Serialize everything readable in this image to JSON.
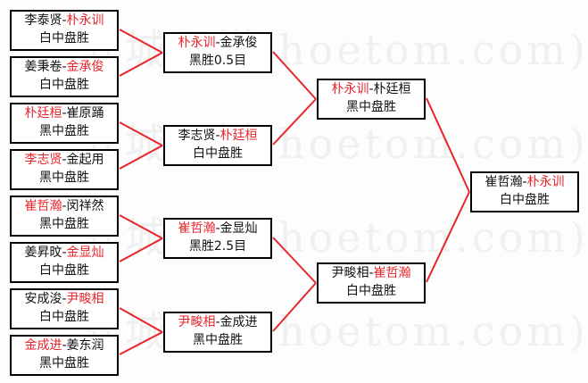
{
  "watermark": "弈城围棋(hoetom.com)",
  "separator": "-",
  "colors": {
    "winner": "#e8242b",
    "line": "#e8242b",
    "text": "#111111"
  },
  "rounds": [
    [
      {
        "p1": "李泰贤",
        "p2": "朴永训",
        "winner": 2,
        "result": "白中盘胜"
      },
      {
        "p1": "姜秉卷",
        "p2": "金承俊",
        "winner": 2,
        "result": "白中盘胜"
      },
      {
        "p1": "朴廷桓",
        "p2": "崔原踊",
        "winner": 1,
        "result": "黑中盘胜"
      },
      {
        "p1": "李志贤",
        "p2": "金起用",
        "winner": 1,
        "result": "黑中盘胜"
      },
      {
        "p1": "崔哲瀚",
        "p2": "闵祥然",
        "winner": 1,
        "result": "黑中盘胜"
      },
      {
        "p1": "姜昇旼",
        "p2": "金显灿",
        "winner": 2,
        "result": "白中盘胜"
      },
      {
        "p1": "安成浚",
        "p2": "尹畯相",
        "winner": 2,
        "result": "白中盘胜"
      },
      {
        "p1": "金成进",
        "p2": "姜东润",
        "winner": 1,
        "result": "黑中盘胜"
      }
    ],
    [
      {
        "p1": "朴永训",
        "p2": "金承俊",
        "winner": 1,
        "result": "黑胜0.5目"
      },
      {
        "p1": "李志贤",
        "p2": "朴廷桓",
        "winner": 2,
        "result": "白中盘胜"
      },
      {
        "p1": "崔哲瀚",
        "p2": "金显灿",
        "winner": 1,
        "result": "黑胜2.5目"
      },
      {
        "p1": "尹畯相",
        "p2": "金成进",
        "winner": 1,
        "result": "黑中盘胜"
      }
    ],
    [
      {
        "p1": "朴永训",
        "p2": "朴廷桓",
        "winner": 1,
        "result": "黑中盘胜"
      },
      {
        "p1": "尹畯相",
        "p2": "崔哲瀚",
        "winner": 2,
        "result": "白中盘胜"
      }
    ],
    [
      {
        "p1": "崔哲瀚",
        "p2": "朴永训",
        "winner": 2,
        "result": "白中盘胜"
      }
    ]
  ]
}
